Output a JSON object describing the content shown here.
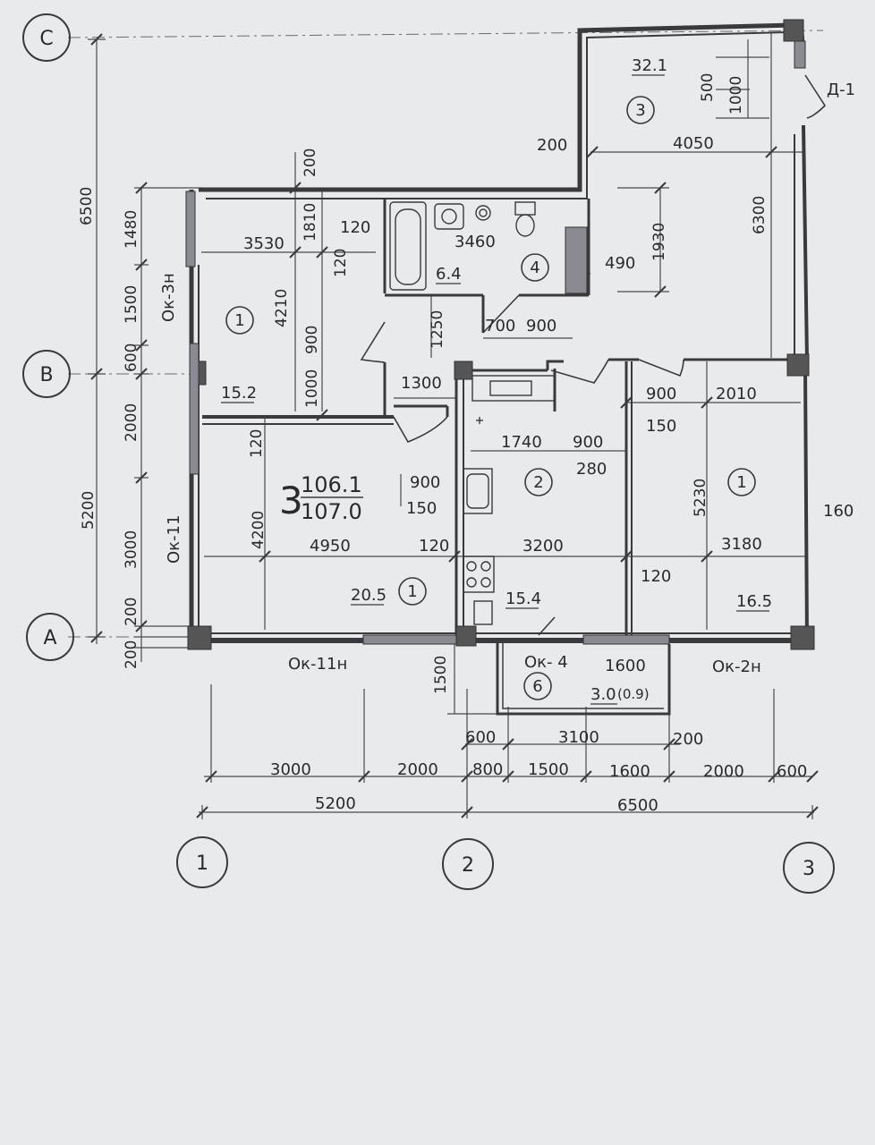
{
  "axes": {
    "rows": [
      "C",
      "B",
      "A"
    ],
    "cols": [
      "1",
      "2",
      "3"
    ]
  },
  "apartment": {
    "rooms_count": "3",
    "area_living": "106.1",
    "area_total": "107.0"
  },
  "rooms": [
    {
      "num": "1",
      "area": "15.2"
    },
    {
      "num": "1",
      "area": "20.5"
    },
    {
      "num": "2",
      "area": "15.4"
    },
    {
      "num": "1",
      "area": "16.5"
    },
    {
      "num": "3",
      "area": "32.1"
    },
    {
      "num": "4",
      "area": "6.4"
    },
    {
      "num": "6",
      "area": "3.0",
      "area_alt": "(0.9)"
    }
  ],
  "openings": {
    "ok3n": "Ок-3н",
    "ok11": "Ок-11",
    "ok11n": "Ок-11н",
    "ok4": "Ок- 4",
    "ok2n": "Ок-2н",
    "d1": "Д-1"
  },
  "dims_left": {
    "total_top": "6500",
    "total_bottom": "5200",
    "d1480": "1480",
    "d1500": "1500",
    "d600": "600",
    "d2000": "2000",
    "d3000": "3000",
    "d200a": "200",
    "d200b": "200"
  },
  "dims_bottom": {
    "row1": [
      "3000",
      "2000",
      "800",
      "1500",
      "1600",
      "2000",
      "600"
    ],
    "row2": [
      "5200",
      "6500"
    ],
    "d600": "600",
    "d3100": "3100",
    "d200": "200",
    "d1500v": "1500"
  },
  "dims_inside": {
    "d200top": "200",
    "d1810": "1810",
    "d3530": "3530",
    "d120a": "120",
    "d120b": "120",
    "d4210": "4210",
    "d900a": "900",
    "d1000a": "1000",
    "d3460": "3460",
    "d200b": "200",
    "d4050": "4050",
    "d500": "500",
    "d1000b": "1000",
    "d6300": "6300",
    "d1930": "1930",
    "d490": "490",
    "d1250": "1250",
    "d700": "700",
    "d900b": "900",
    "d1300": "1300",
    "d900c": "900",
    "d2010": "2010",
    "d150a": "150",
    "d1740": "1740",
    "d900d": "900",
    "d280": "280",
    "d120c": "120",
    "d4200": "4200",
    "d900e": "900",
    "d150b": "150",
    "d5230": "5230",
    "d160": "160",
    "d4950": "4950",
    "d120d": "120",
    "d3200": "3200",
    "d3180": "3180",
    "d120e": "120",
    "d1600": "1600"
  }
}
